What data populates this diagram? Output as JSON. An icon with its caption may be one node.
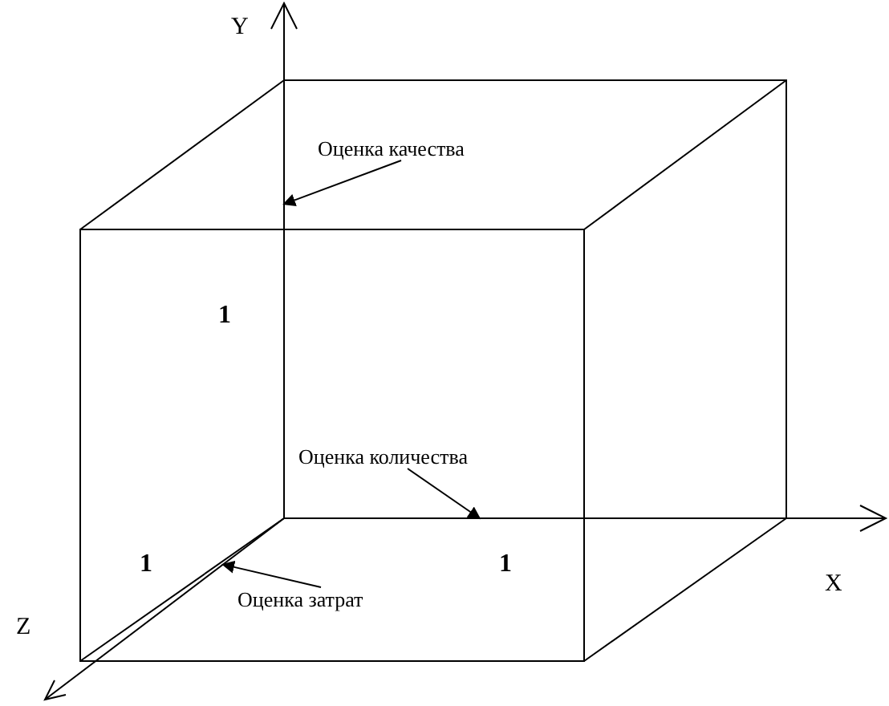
{
  "diagram": {
    "nodes": [
      {
        "text": [
          "Оценка качества"
        ]
      },
      {
        "text": [
          "Оценка количества"
        ]
      },
      {
        "text": [
          "Оценка затрат"
        ]
      },
      {
        "text": [],
        "shape": "line",
        "beside": [
          "Y"
        ]
      },
      {
        "text": [],
        "shape": "line",
        "beside": [
          "X"
        ]
      },
      {
        "text": [],
        "shape": "line",
        "beside": [
          "Z"
        ]
      }
    ],
    "edges": [
      {
        "from": 0,
        "to": 3,
        "arrow": "to"
      },
      {
        "from": 1,
        "to": 4,
        "arrow": "to"
      },
      {
        "from": 2,
        "to": 5,
        "arrow": "to"
      }
    ],
    "labels": [
      "1",
      "1",
      "1"
    ]
  }
}
